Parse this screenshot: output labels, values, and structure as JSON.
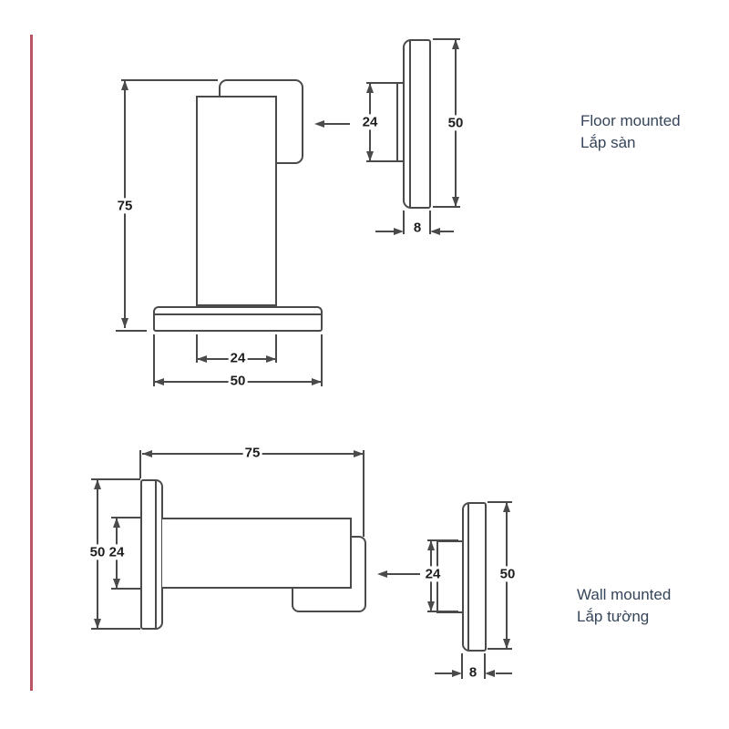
{
  "theme": {
    "line_color": "#4a4a4a",
    "dim_text_color": "#1d1d1d",
    "label_text_color": "#36455a",
    "accent_bar_color": "#bb5566",
    "bg_color": "#ffffff"
  },
  "views": {
    "floor": {
      "label_en": "Floor mounted",
      "label_vi": "Lắp sàn",
      "front": {
        "height": "75",
        "post_width": "24",
        "base_width": "50"
      },
      "side": {
        "magnet_height": "24",
        "plate_height": "50",
        "plate_thickness": "8"
      }
    },
    "wall": {
      "label_en": "Wall mounted",
      "label_vi": "Lắp tường",
      "front": {
        "length": "75",
        "plate_height": "50",
        "arm_height": "24"
      },
      "side": {
        "magnet_height": "24",
        "plate_height": "50",
        "plate_thickness": "8"
      }
    }
  }
}
